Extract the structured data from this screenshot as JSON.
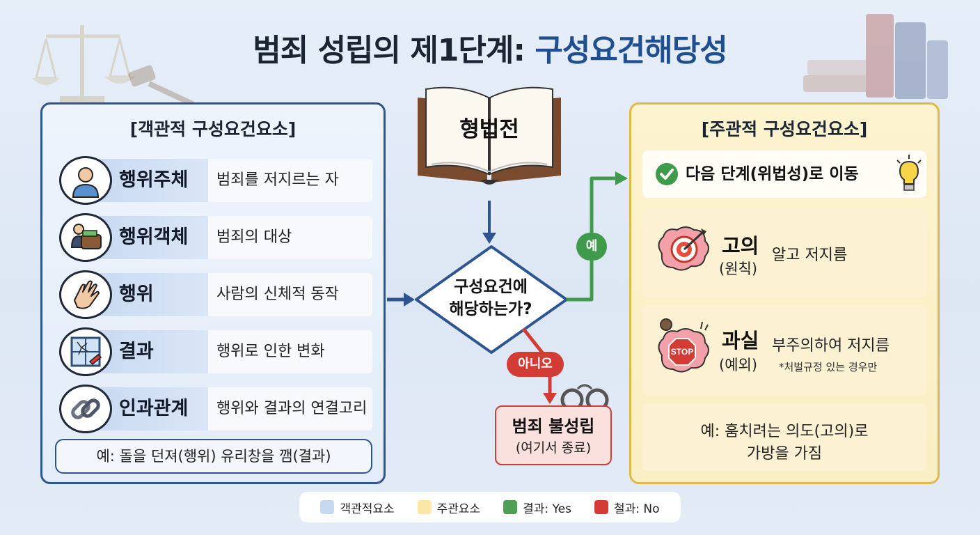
{
  "title": {
    "main": "범죄 성립의 제1단계: ",
    "accent": "구성요건해당성"
  },
  "objective": {
    "header": "[객관적 구성요건요소]",
    "items": [
      {
        "term": "행위주체",
        "desc": "범죄를 저지르는 자",
        "icon": "person-icon"
      },
      {
        "term": "행위객체",
        "desc": "범죄의 대상",
        "icon": "wallet-icon"
      },
      {
        "term": "행위",
        "desc": "사람의 신체적 동작",
        "icon": "hand-icon"
      },
      {
        "term": "결과",
        "desc": "행위로 인한 변화",
        "icon": "broken-window-icon"
      },
      {
        "term": "인과관계",
        "desc": "행위와 결과의 연결고리",
        "icon": "chain-link-icon"
      }
    ],
    "example": "예: 돌을 던져(행위) 유리창을 깸(결과)"
  },
  "center": {
    "book_label": "형법전",
    "decision_line1": "구성요건에",
    "decision_line2": "해당하는가?",
    "yes_label": "예",
    "no_label": "아니오",
    "fail_title": "범죄 불성립",
    "fail_sub": "(여기서 종료)"
  },
  "subjective": {
    "header": "[주관적 구성요건요소]",
    "next_step": "다음 단계(위법성)로 이동",
    "intent": {
      "term": "고의",
      "note": "(원칙)",
      "desc": "알고 저지름"
    },
    "negligence": {
      "term": "과실",
      "note": "(예외)",
      "desc": "부주의하여 저지름",
      "foot": "*처벌규정 있는 경우만"
    },
    "example_line1": "예: 훔치려는 의도(고의)로",
    "example_line2": "가방을 가짐"
  },
  "legend": [
    {
      "label": "객관적요소",
      "color": "#c5d9f1"
    },
    {
      "label": "주관요소",
      "color": "#f9e7a6"
    },
    {
      "label": "결과: Yes",
      "color": "#4c9f54"
    },
    {
      "label": "철과: No",
      "color": "#d33b35"
    }
  ],
  "colors": {
    "objective_border": "#2f5591",
    "subjective_border": "#e1b84a",
    "yes": "#3f9b4b",
    "no": "#d33b35",
    "arrow_blue": "#2f5591"
  }
}
